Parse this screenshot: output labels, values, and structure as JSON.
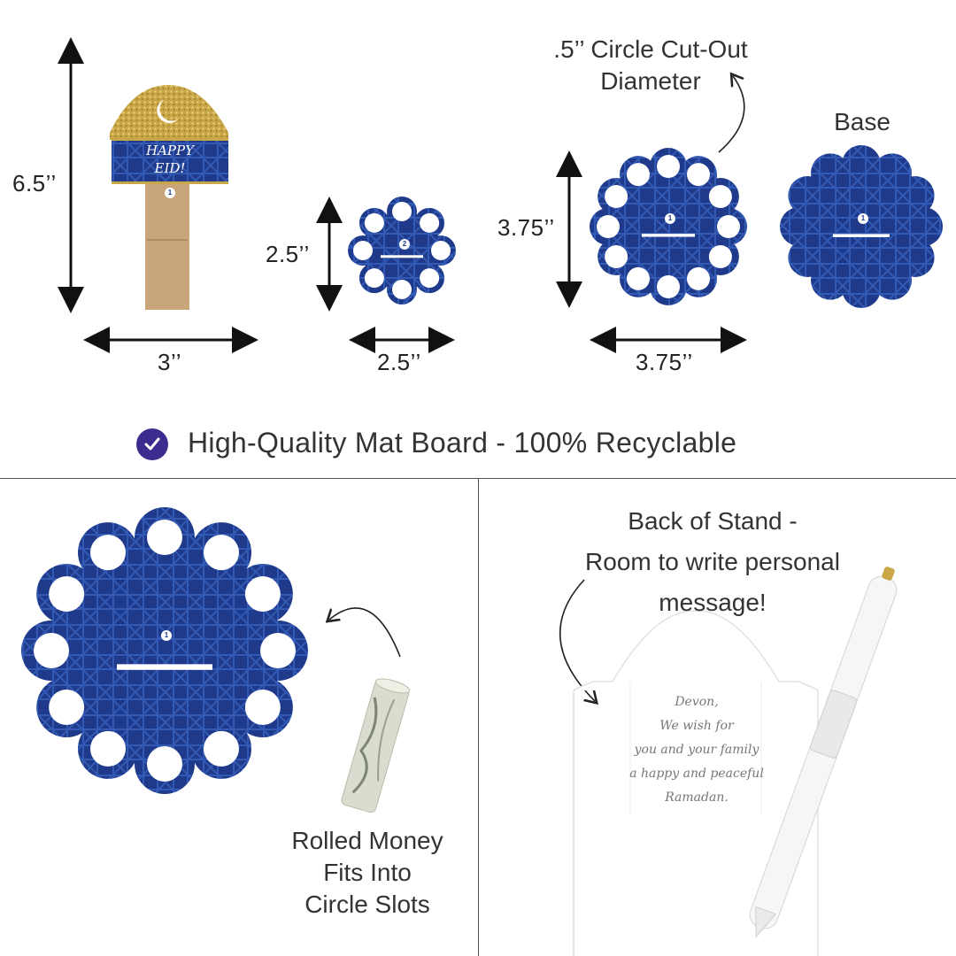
{
  "dimensions": {
    "stand_height": "6.5’’",
    "stand_width": "3’’",
    "small_height": "2.5’’",
    "small_width": "2.5’’",
    "large_height": "3.75’’",
    "large_width": "3.75’’"
  },
  "labels": {
    "cutout_line1": ".5’’ Circle Cut-Out",
    "cutout_line2": "Diameter",
    "base": "Base"
  },
  "topper": {
    "text_line1": "HAPPY",
    "text_line2": "EID!"
  },
  "piece_numbers": [
    "1",
    "2",
    "1",
    "1",
    "1"
  ],
  "feature": {
    "icon": "check-circle-icon",
    "text": "High-Quality Mat Board - 100% Recyclable"
  },
  "money_caption": [
    "Rolled Money",
    "Fits Into",
    "Circle Slots"
  ],
  "back_caption": [
    "Back of Stand -",
    "Room to write personal",
    "message!"
  ],
  "note_lines": [
    "Devon,",
    "We wish for",
    "you and your family",
    "a happy and peaceful",
    "Ramadan."
  ],
  "colors": {
    "navy": "#1f3a8a",
    "pattern": "#3a67c6",
    "gold": "#c9a646",
    "kraft": "#c9a57a",
    "check": "#3b2d8f"
  }
}
